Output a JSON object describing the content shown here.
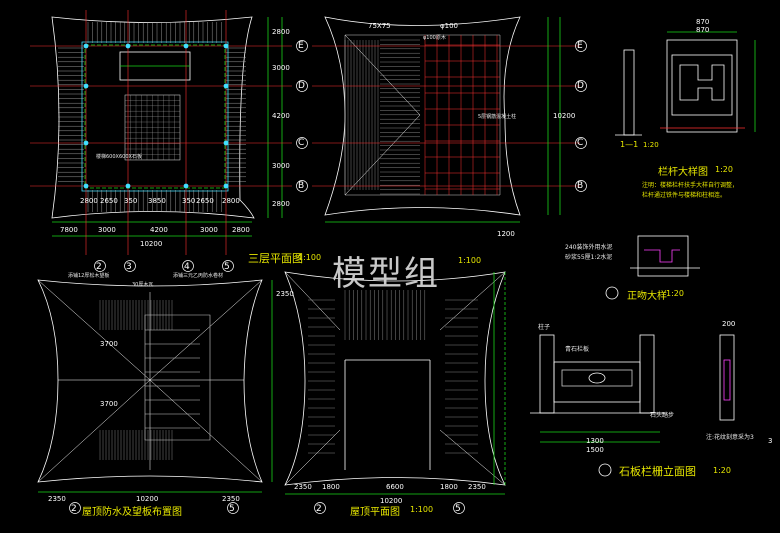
{
  "watermark": "模型组",
  "titles": {
    "plan3": "三层平面图",
    "plan3_scale": "1:100",
    "roof_struct_scale": "1:100",
    "roof_waterproof": "屋顶防水及望板布置图",
    "roof_plan": "屋顶平面图",
    "roof_plan_scale": "1:100",
    "railing": "栏杆大样图",
    "railing_scale": "1:20",
    "ridge": "正吻大样",
    "ridge_scale": "1:20",
    "stone_rail": "石板栏栅立面图",
    "stone_rail_scale": "1:20",
    "section": "1—1",
    "section_scale": "1:20"
  },
  "dims": {
    "plan3_bottom": [
      "2800",
      "2650",
      "350",
      "3850",
      "350",
      "2650",
      "2800"
    ],
    "plan3_total": "10200",
    "plan3_outer": [
      "7800",
      "3000",
      "4200",
      "3000",
      "2800"
    ],
    "plan3_right": [
      "2800",
      "3000",
      "4200",
      "3000",
      "2800"
    ],
    "roof_top": [
      "75X75",
      "φ100",
      "1200",
      "10200"
    ],
    "rooftop_bottom": [
      "2350",
      "1800",
      "6600",
      "1800",
      "2350"
    ],
    "roof_total": "10200",
    "rail_dims": [
      "870",
      "870",
      "1300",
      "1500",
      "200",
      "3"
    ],
    "wp_dims": [
      "2350",
      "10200",
      "2350",
      "3700",
      "3700",
      "2350"
    ]
  },
  "axes": {
    "plan3_x": [
      "2",
      "3",
      "4",
      "5"
    ],
    "plan3_y": [
      "E",
      "D",
      "C",
      "B"
    ],
    "struct_y": [
      "E",
      "D",
      "C",
      "B"
    ],
    "roof_x": [
      "2",
      "5"
    ],
    "wp_x": [
      "2",
      "5"
    ]
  },
  "notes": {
    "rail_note1": "注明：楼梯栏杆扶手大样自行调整，",
    "rail_note2": "栏杆通过铁件与楼梯和柱相连。",
    "ridge_note1": "240装饰外用水泥",
    "ridge_note2": "砂浆55厘1:2水泥",
    "stone_a": "青石栏板",
    "stone_b": "柱子",
    "stone_c": "石头踏步",
    "stone_d": "注:花纹刻意采为3",
    "wp_a": "添铺12厚松木望板",
    "wp_b": "添铺三元乙丙防水卷材",
    "wp_c": "30厚木瓦",
    "plan_note": "楼梯600X600X石板",
    "struct_a": "φ100原木",
    "struct_b": "5层钢筋混凝土柱"
  },
  "colors": {
    "line_white": "#ffffff",
    "line_red": "#ff3030",
    "line_yellow": "#e6e600",
    "line_green": "#18d418",
    "line_cyan": "#40e0ff",
    "background": "#000000"
  }
}
